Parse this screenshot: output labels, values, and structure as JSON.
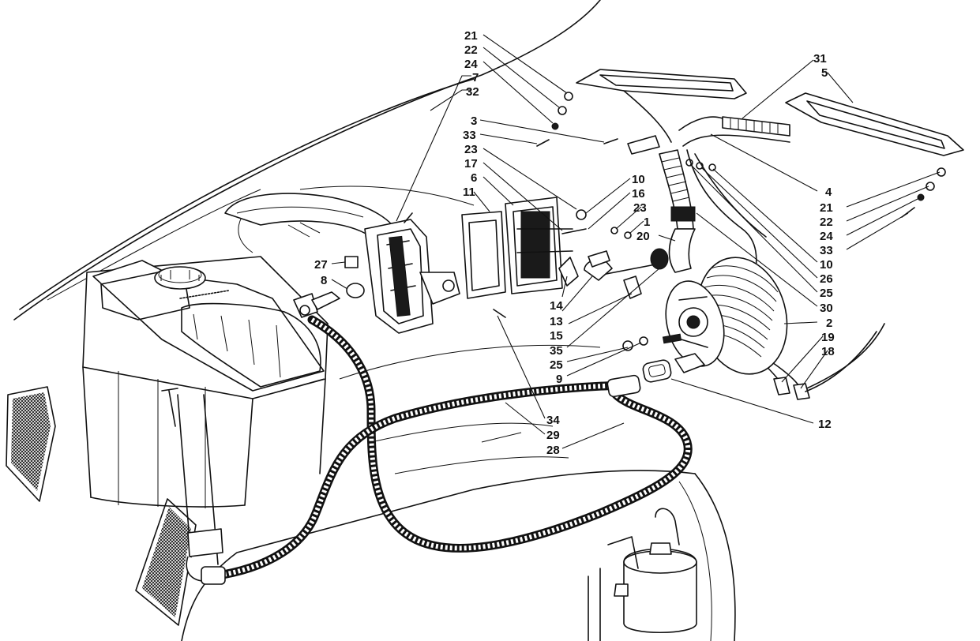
{
  "callouts": [
    {
      "id": "c21a",
      "label": "21"
    },
    {
      "id": "c22a",
      "label": "22"
    },
    {
      "id": "c24a",
      "label": "24"
    },
    {
      "id": "c7",
      "label": "7"
    },
    {
      "id": "c32",
      "label": "32"
    },
    {
      "id": "c3",
      "label": "3"
    },
    {
      "id": "c33a",
      "label": "33"
    },
    {
      "id": "c23a",
      "label": "23"
    },
    {
      "id": "c17",
      "label": "17"
    },
    {
      "id": "c6",
      "label": "6"
    },
    {
      "id": "c11",
      "label": "11"
    },
    {
      "id": "c10a",
      "label": "10"
    },
    {
      "id": "c16",
      "label": "16"
    },
    {
      "id": "c23b",
      "label": "23"
    },
    {
      "id": "c1",
      "label": "1"
    },
    {
      "id": "c20",
      "label": "20"
    },
    {
      "id": "c27",
      "label": "27"
    },
    {
      "id": "c8",
      "label": "8"
    },
    {
      "id": "c14",
      "label": "14"
    },
    {
      "id": "c13",
      "label": "13"
    },
    {
      "id": "c15",
      "label": "15"
    },
    {
      "id": "c35",
      "label": "35"
    },
    {
      "id": "c25a",
      "label": "25"
    },
    {
      "id": "c9",
      "label": "9"
    },
    {
      "id": "c31",
      "label": "31"
    },
    {
      "id": "c5",
      "label": "5"
    },
    {
      "id": "c4",
      "label": "4"
    },
    {
      "id": "c21b",
      "label": "21"
    },
    {
      "id": "c22b",
      "label": "22"
    },
    {
      "id": "c24b",
      "label": "24"
    },
    {
      "id": "c33b",
      "label": "33"
    },
    {
      "id": "c10b",
      "label": "10"
    },
    {
      "id": "c26",
      "label": "26"
    },
    {
      "id": "c25b",
      "label": "25"
    },
    {
      "id": "c30",
      "label": "30"
    },
    {
      "id": "c2",
      "label": "2"
    },
    {
      "id": "c19",
      "label": "19"
    },
    {
      "id": "c18",
      "label": "18"
    },
    {
      "id": "c12",
      "label": "12"
    },
    {
      "id": "c34",
      "label": "34"
    },
    {
      "id": "c29",
      "label": "29"
    },
    {
      "id": "c28",
      "label": "28"
    }
  ]
}
